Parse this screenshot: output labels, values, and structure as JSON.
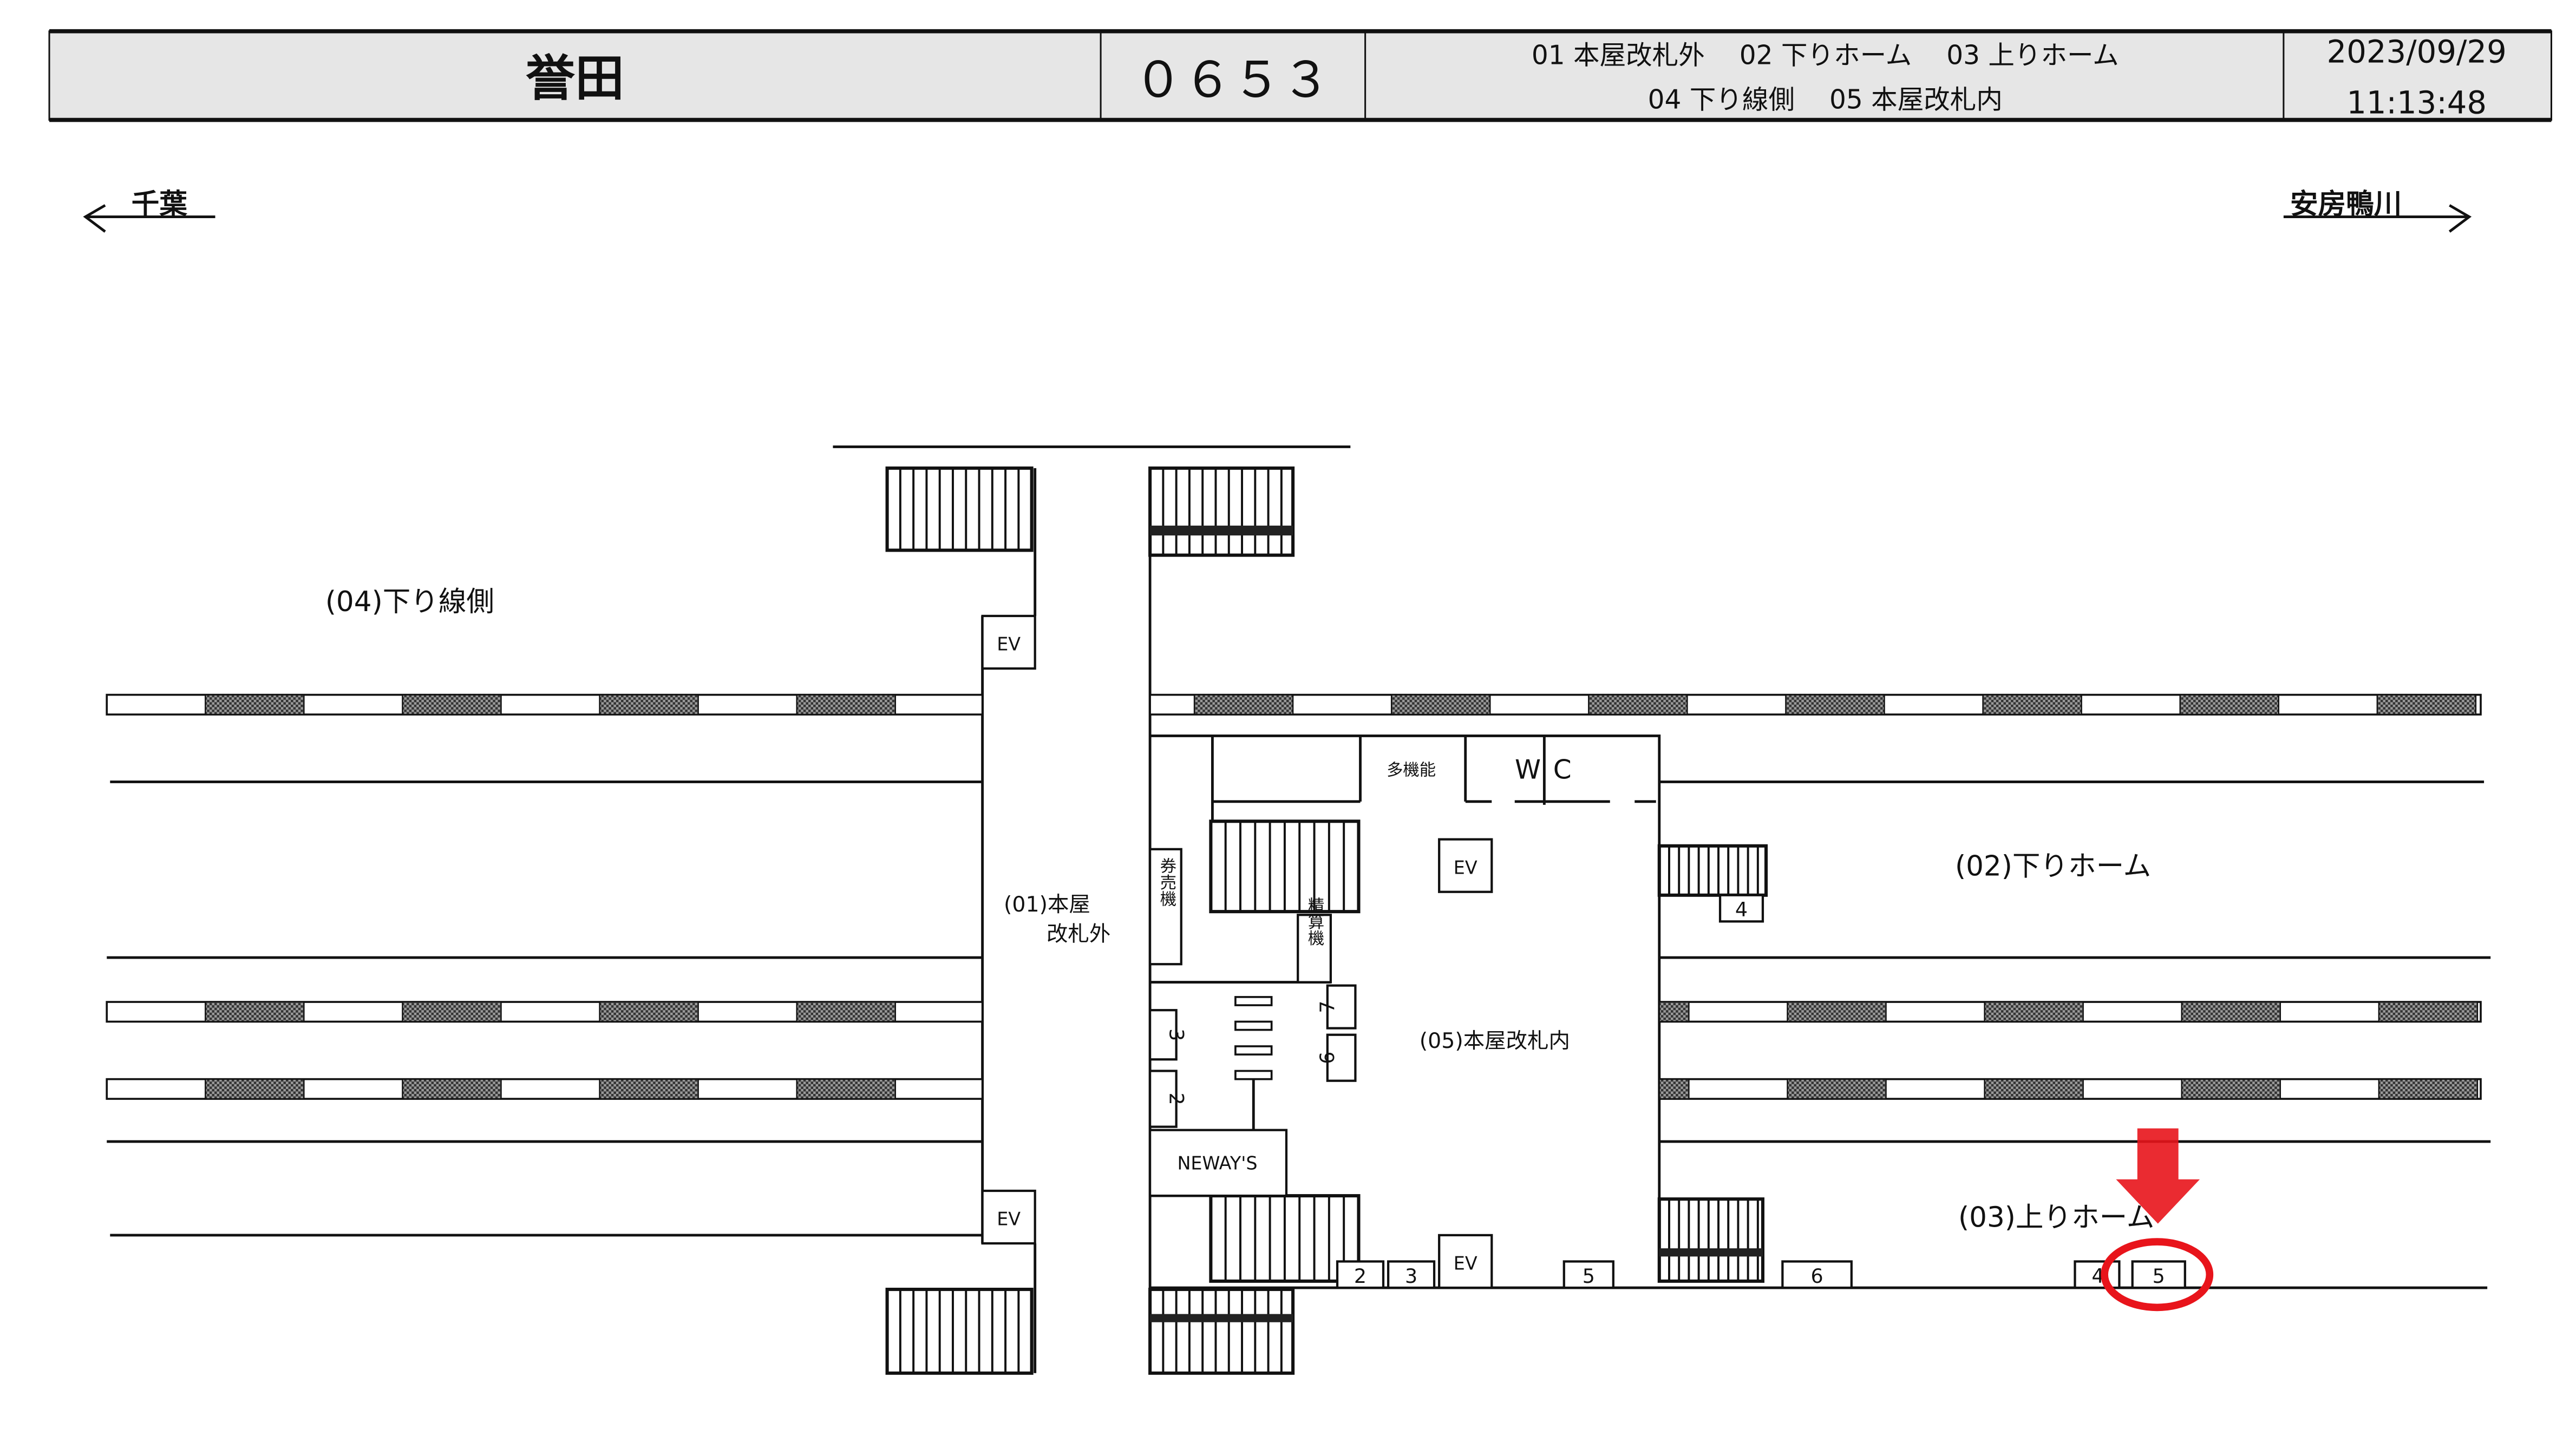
{
  "header": {
    "station_name": "誉田",
    "station_code": "０６５３",
    "legend_line1": "01 本屋改札外　 02 下りホーム　 03 上りホーム",
    "legend_line2": "04 下り線側　 05 本屋改札内",
    "date": "2023/09/29",
    "time": "11:13:48"
  },
  "directions": {
    "left": "千葉",
    "right": "安房鴨川"
  },
  "areas": {
    "a04": "(04)下り線側",
    "a01_line1": "(01)本屋",
    "a01_line2": "改札外",
    "a05": "(05)本屋改札内",
    "a02": "(02)下りホーム",
    "a03": "(03)上りホーム"
  },
  "facilities": {
    "ev": "EV",
    "multi_toilet": "多機能",
    "wc_w": "W",
    "wc_c": "C",
    "ticket_machine": "券売機",
    "fare_adjust": "精算機",
    "shop": "NEWAY'S"
  },
  "car_positions": {
    "concourse_3": "3",
    "concourse_2": "2",
    "concourse_7": "7",
    "concourse_6": "6",
    "bottom_2": "2",
    "bottom_3": "3",
    "bottom_5": "5",
    "down_4": "4",
    "up_6": "6",
    "up_4": "4",
    "up_5": "5"
  },
  "colors": {
    "highlight": "#e8141b",
    "header_bg": "#e6e6e6",
    "hatch": "#555555"
  }
}
